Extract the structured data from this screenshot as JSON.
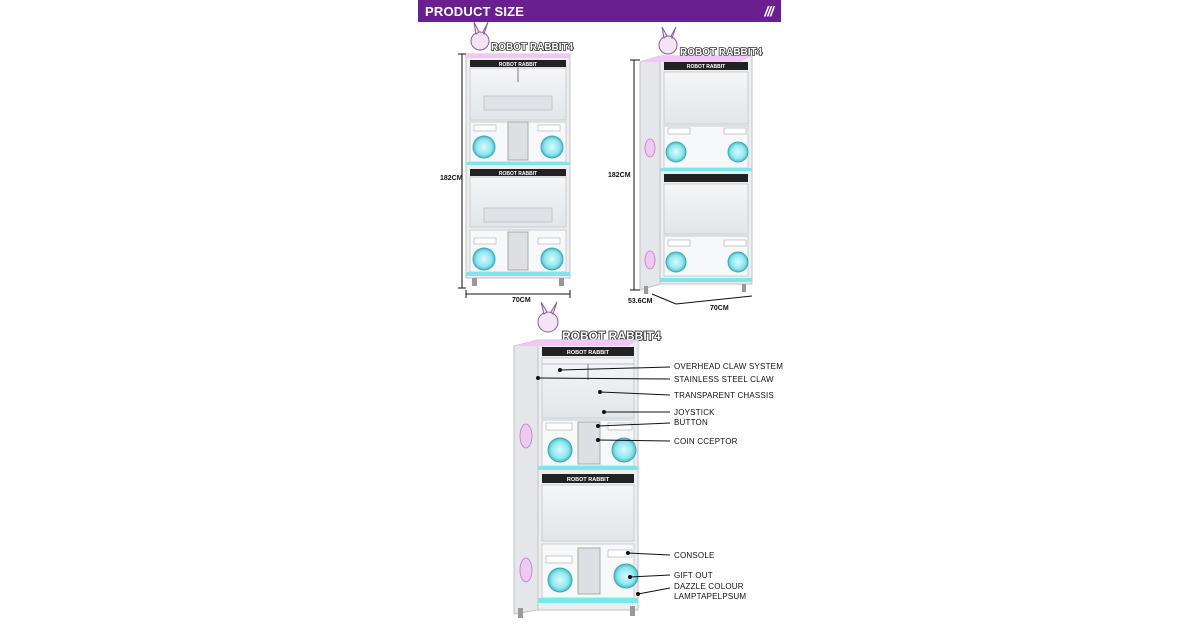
{
  "banner": {
    "title": "PRODUCT SIZE",
    "slashes": "///"
  },
  "brand": {
    "logo_text": "ROBOT RABBIT4",
    "panel_label": "ROBOT RABBIT"
  },
  "front_view": {
    "height_label": "182CM",
    "width_label": "70CM"
  },
  "side_view": {
    "height_label": "182CM",
    "depth_label": "53.6CM",
    "width_label": "70CM"
  },
  "callouts": [
    "OVERHEAD CLAW SYSTEM",
    "STAINLESS STEEL CLAW",
    "TRANSPARENT CHASSIS",
    "JOYSTICK",
    "BUTTON",
    "COIN CCEPTOR",
    "CONSOLE",
    "GIFT OUT",
    "DAZZLE COLOUR",
    "LAMPTAPELPSUM"
  ],
  "colors": {
    "banner": "#6a1f8e",
    "accent_pink": "#e088e8",
    "accent_cyan": "#66e0ea",
    "frame": "#d8dadd"
  }
}
